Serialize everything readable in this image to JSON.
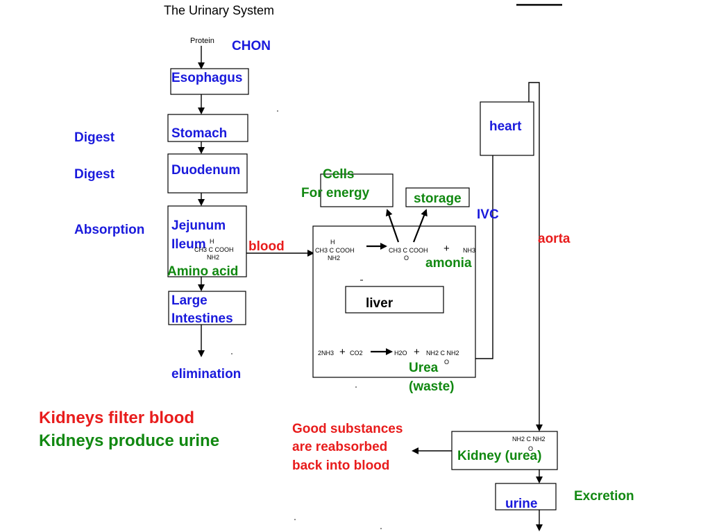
{
  "title": "The Urinary System",
  "protein_label": "Protein",
  "chon_label": "CHON",
  "organs": {
    "esophagus": "Esophagus",
    "stomach": "Stomach",
    "duodenum": "Duodenum",
    "jejunum": "Jejunum",
    "ileum": "Ileum",
    "large": "Large",
    "intestines": "Intestines",
    "elimination": "elimination"
  },
  "processes": {
    "digest_1": "Digest",
    "digest_2": "Digest",
    "absorption": "Absorption"
  },
  "amino_acid": {
    "h": "H",
    "formula": "CH3  C  COOH",
    "nh2": "NH2",
    "label": "Amino acid"
  },
  "blood_label": "blood",
  "liver": {
    "label": "liver",
    "deamination": {
      "h": "H",
      "reactant": "CH3  C  COOH",
      "reactant_nh2": "NH2",
      "product": "CH3  C  COOH",
      "product_o": "O",
      "plus": "+",
      "ammonia_formula": "NH3"
    },
    "amonia_label": "amonia",
    "urea_reaction": {
      "reactants": "2NH3",
      "plus1": "+",
      "co2": "CO2",
      "water": "H2O",
      "plus2": "+",
      "urea_formula": "NH2  C  NH2",
      "urea_o": "O"
    },
    "urea_label": "Urea",
    "waste_label": "(waste)"
  },
  "cells": {
    "line1": "Cells",
    "line2": "For energy"
  },
  "storage_label": "storage",
  "heart_label": "heart",
  "ivc_label": "IVC",
  "aorta_label": "aorta",
  "kidney": {
    "formula": "NH2  C  NH2",
    "o": "O",
    "label": "Kidney (urea)"
  },
  "reabsorb": {
    "line1": "Good substances",
    "line2": "are reabsorbed",
    "line3": "back into blood"
  },
  "excretion_label": "Excretion",
  "urine_label": "urine",
  "summary": {
    "line1": "Kidneys filter blood",
    "line2": "Kidneys produce urine"
  },
  "colors": {
    "blue": "#1a1adc",
    "green": "#118811",
    "red": "#e81c1c"
  }
}
